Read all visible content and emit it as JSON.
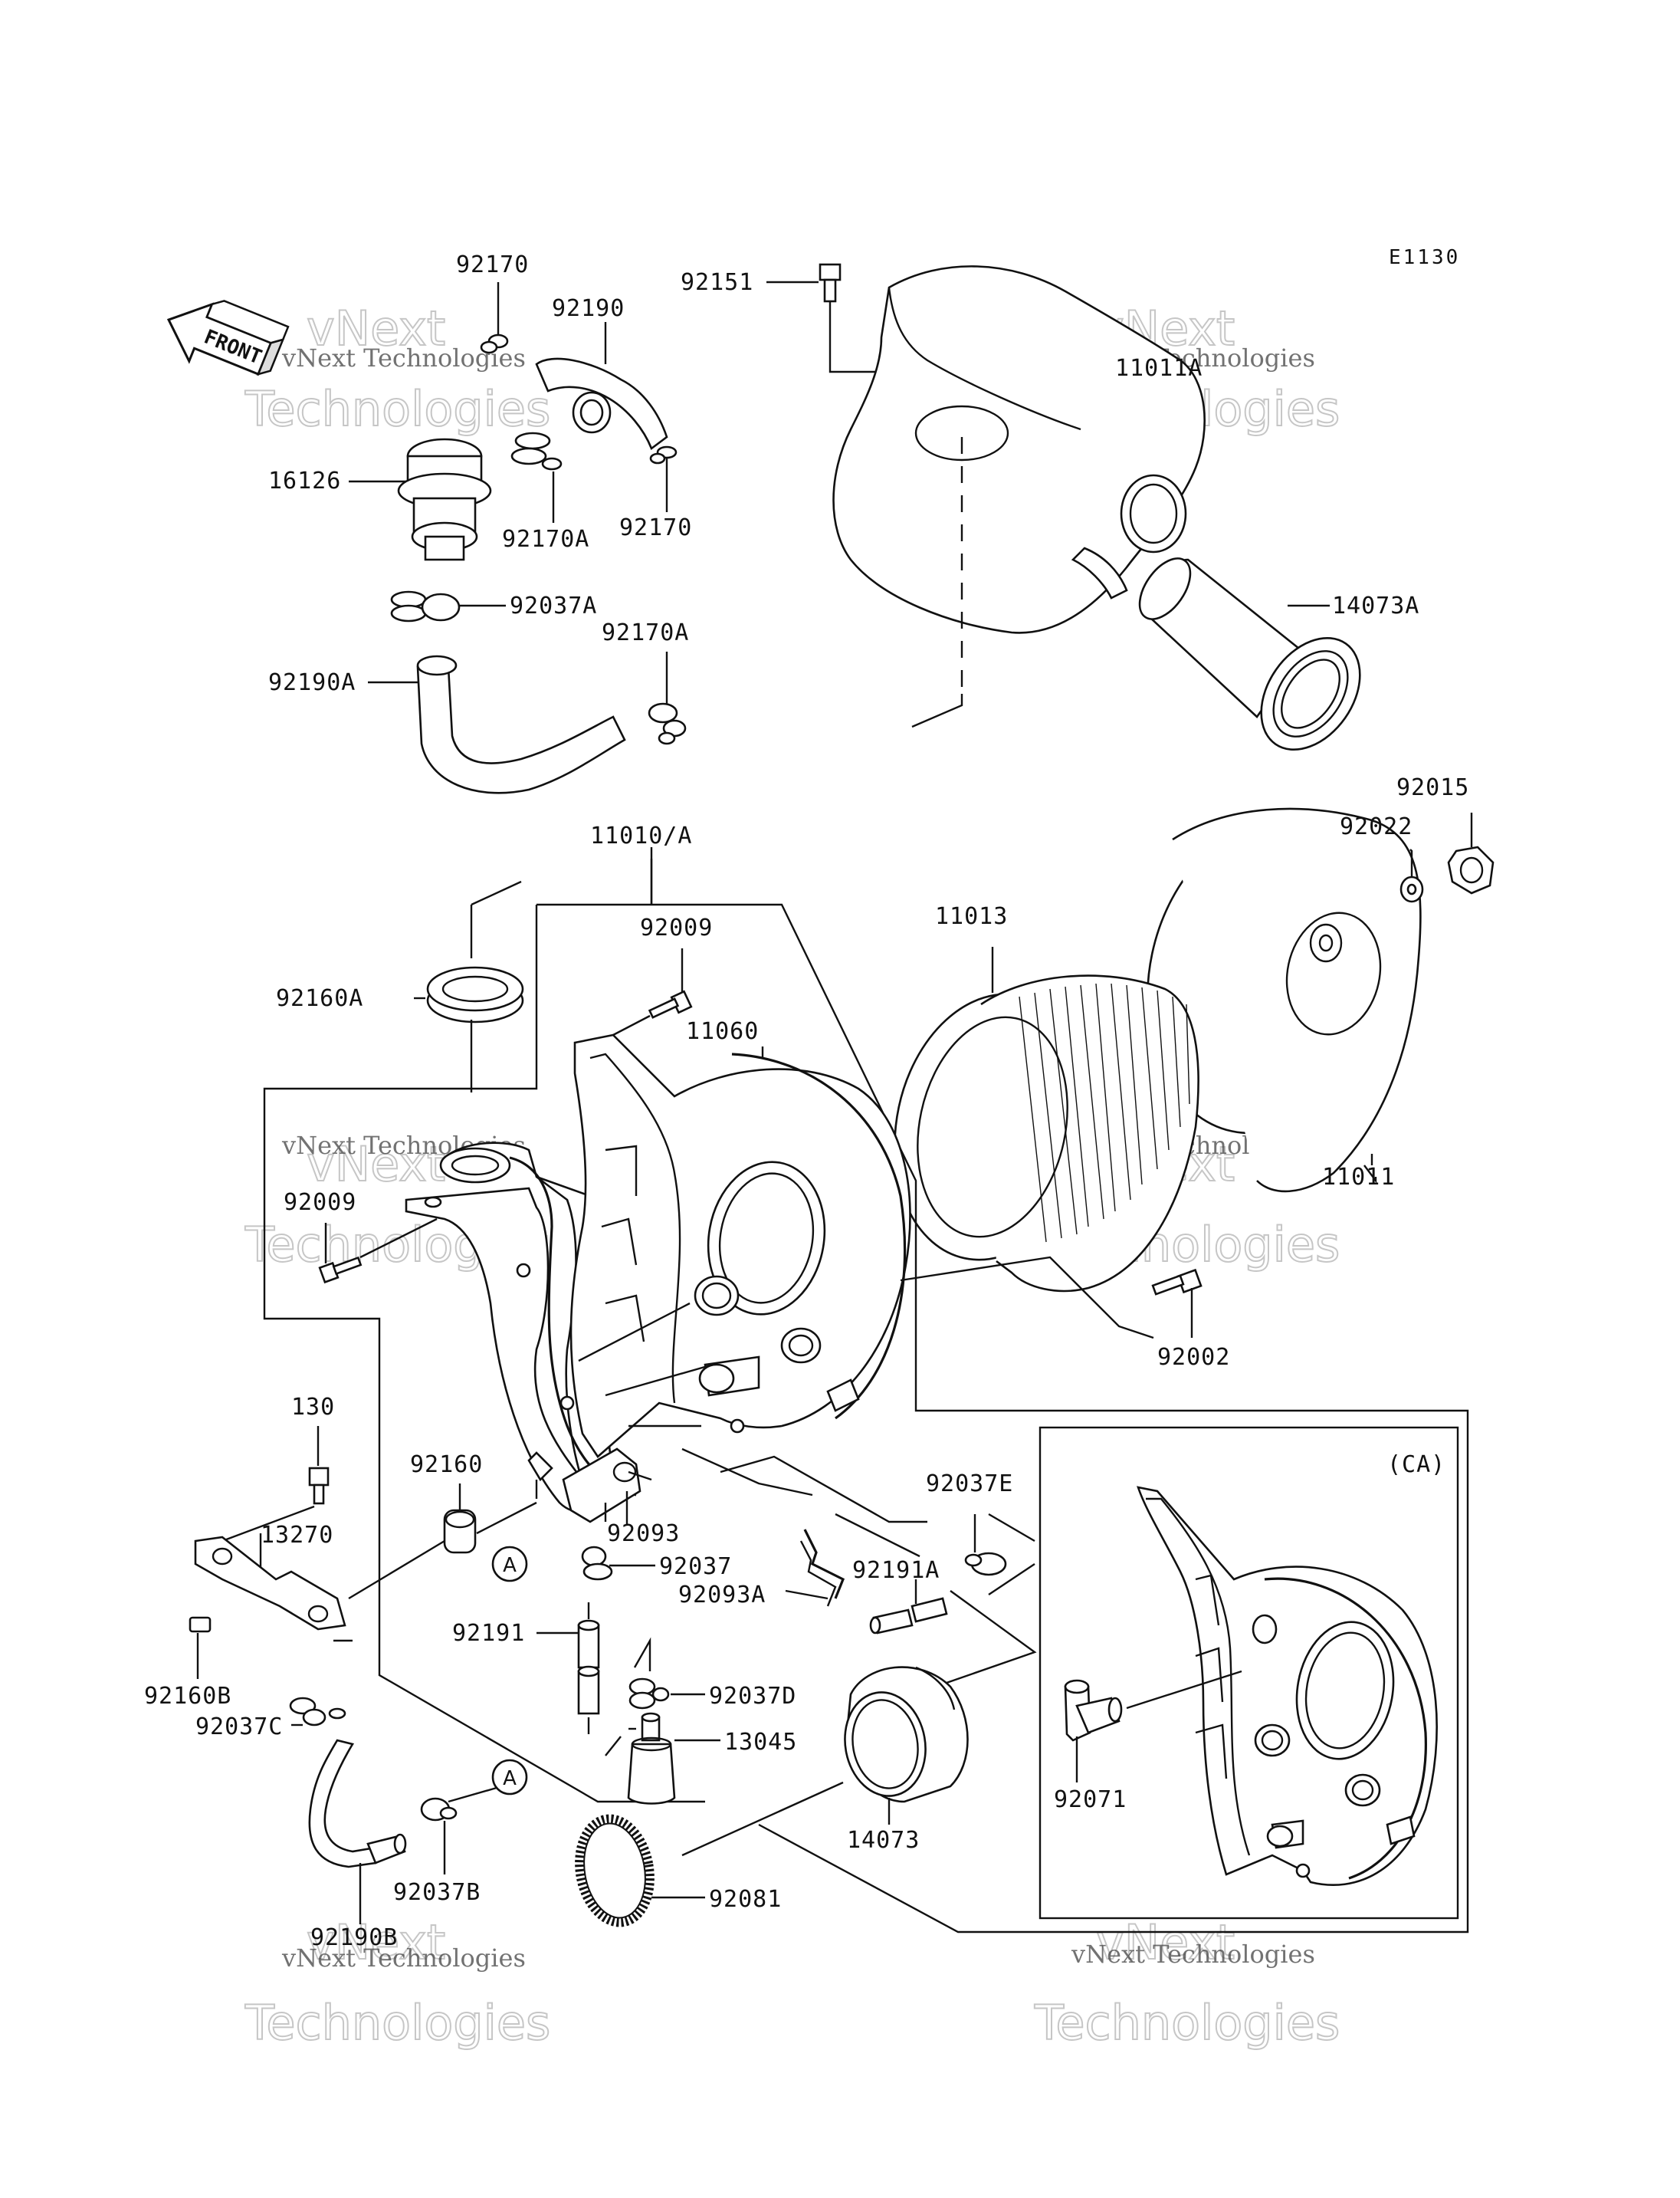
{
  "diagram": {
    "code": "E1130",
    "front_label": "FRONT",
    "ca_label": "(CA)",
    "callout_a": "A",
    "labels": {
      "p92170_top": "92170",
      "p92190": "92190",
      "p92151": "92151",
      "p11011A": "11011A",
      "p16126": "16126",
      "p92170A": "92170A",
      "p92170_mid": "92170",
      "p14073A": "14073A",
      "p92037A": "92037A",
      "p92170A_2": "92170A",
      "p92190A": "92190A",
      "p92015": "92015",
      "p92022": "92022",
      "p11010A": "11010/A",
      "p11013": "11013",
      "p92009_top": "92009",
      "p92160A": "92160A",
      "p11060": "11060",
      "p11011": "11011",
      "p92009_left": "92009",
      "p92002": "92002",
      "p130": "130",
      "p92160": "92160",
      "p92037E": "92037E",
      "p13270": "13270",
      "p92093": "92093",
      "p92037": "92037",
      "p92191A": "92191A",
      "p92093A": "92093A",
      "p92191": "92191",
      "p92160B": "92160B",
      "p92037D": "92037D",
      "p92037C": "92037C",
      "p13045": "13045",
      "p92071": "92071",
      "p14073": "14073",
      "p92037B": "92037B",
      "p92081": "92081",
      "p92190B": "92190B"
    },
    "watermark": {
      "company": "vNext Technologies",
      "short": "vNext",
      "word": "Technologies"
    }
  }
}
